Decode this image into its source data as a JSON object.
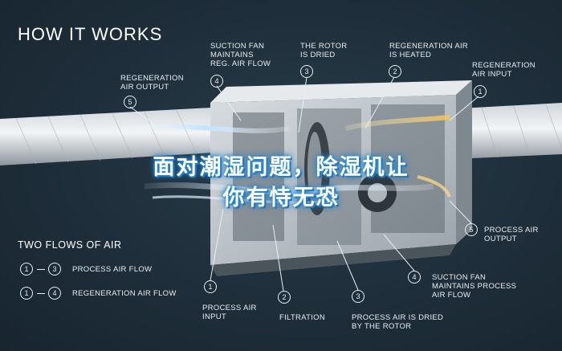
{
  "title": "HOW IT WORKS",
  "overlay": {
    "line1": "面对潮湿问题，除湿机让",
    "line2": "你有恃无恐"
  },
  "callouts_top": [
    {
      "num": "5",
      "label": "REGENERATION\nAIR OUTPUT"
    },
    {
      "num": "4",
      "label": "SUCTION FAN\nMAINTAINS\nREG. AIR FLOW"
    },
    {
      "num": "3",
      "label": "THE ROTOR\nIS DRIED"
    },
    {
      "num": "2",
      "label": "REGENERATION AIR\nIS HEATED"
    },
    {
      "num": "1",
      "label": "REGENERATION\nAIR INPUT"
    }
  ],
  "callouts_bottom": [
    {
      "num": "1",
      "label": "PROCESS AIR\nINPUT"
    },
    {
      "num": "2",
      "label": "FILTRATION"
    },
    {
      "num": "3",
      "label": "PROCESS AIR IS DRIED\nBY THE ROTOR"
    },
    {
      "num": "4",
      "label": "SUCTION FAN\nMAINTAINS PROCESS\nAIR FLOW"
    },
    {
      "num": "5",
      "label": "PROCESS AIR\nOUTPUT"
    }
  ],
  "legend": {
    "title": "TWO FLOWS OF AIR",
    "rows": [
      {
        "from": "1",
        "to": "3",
        "label": "PROCESS AIR FLOW"
      },
      {
        "from": "1",
        "to": "4",
        "label": "REGENERATION AIR FLOW"
      }
    ]
  },
  "colors": {
    "background": "#1e2e3a",
    "text": "#e9eef2",
    "airflow": "#9fd0f0",
    "heat": "#f2c45a",
    "overlay_glow": "#2b8fd8"
  }
}
